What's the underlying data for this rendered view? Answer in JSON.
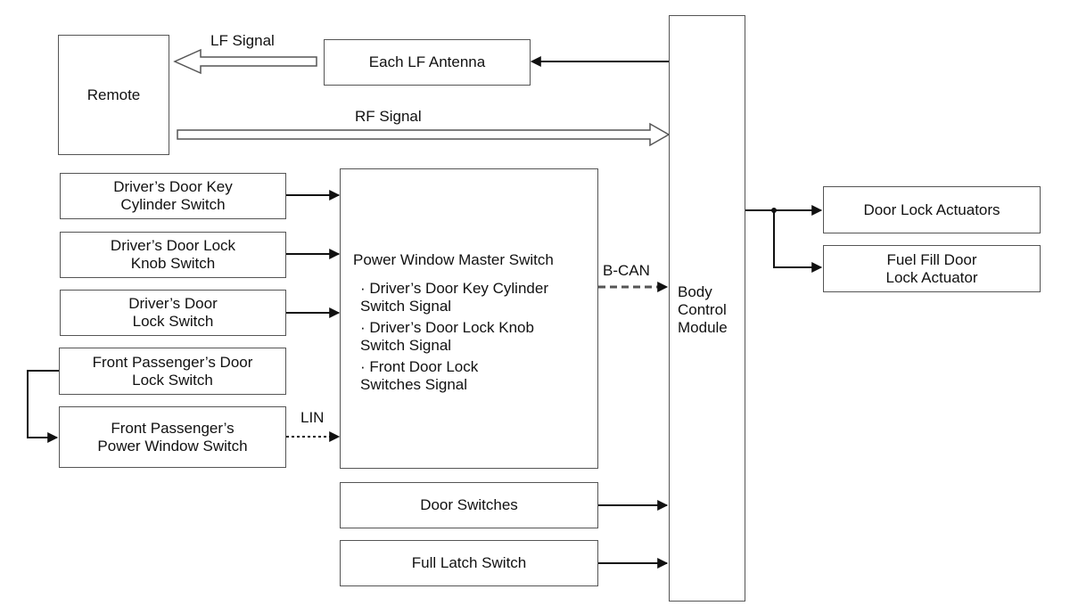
{
  "blocks": {
    "remote": "Remote",
    "lf_antenna": "Each LF Antenna",
    "driver_key_cyl": "Driver’s Door Key\nCylinder Switch",
    "driver_lock_knob": "Driver’s Door Lock\nKnob Switch",
    "driver_lock_sw": "Driver’s Door\nLock Switch",
    "front_pass_lock": "Front Passenger’s Door\nLock Switch",
    "front_pass_pw": "Front Passenger’s\nPower Window Switch",
    "pwms": {
      "title": "Power Window Master Switch",
      "signals": [
        "· Driver’s Door Key Cylinder\nSwitch Signal",
        "· Driver’s Door Lock Knob\nSwitch Signal",
        "· Front Door Lock\nSwitches Signal"
      ]
    },
    "door_switches": "Door Switches",
    "full_latch": "Full Latch Switch",
    "bcm": "Body\nControl\nModule",
    "door_lock_act": "Door Lock Actuators",
    "fuel_door_act": "Fuel Fill Door\nLock Actuator"
  },
  "signals": {
    "lf": "LF Signal",
    "rf": "RF Signal",
    "bcan": "B-CAN",
    "lin": "LIN"
  }
}
